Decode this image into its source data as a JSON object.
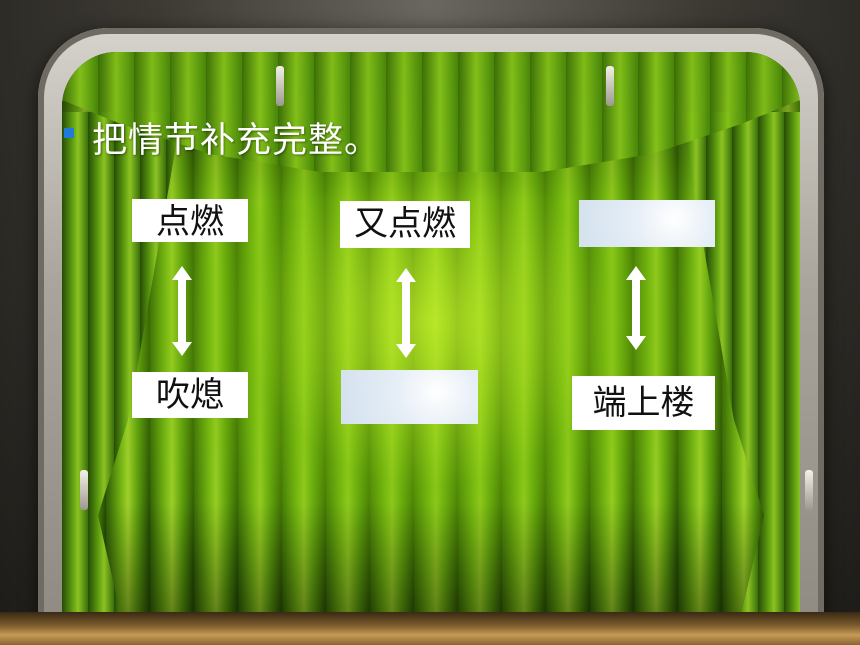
{
  "slide": {
    "title": "把情节补充完整。",
    "columns": [
      {
        "top": "点燃",
        "bottom": "吹熄"
      },
      {
        "top": "又点燃",
        "bottom": ""
      },
      {
        "top": "",
        "bottom": "端上楼"
      }
    ]
  },
  "colors": {
    "bullet": "#1f7ad8",
    "curtain": "#7fbf16",
    "text": "#ffffff"
  },
  "icons": {
    "connector": "double-headed-arrow-icon",
    "bullet": "square-bullet-icon"
  }
}
